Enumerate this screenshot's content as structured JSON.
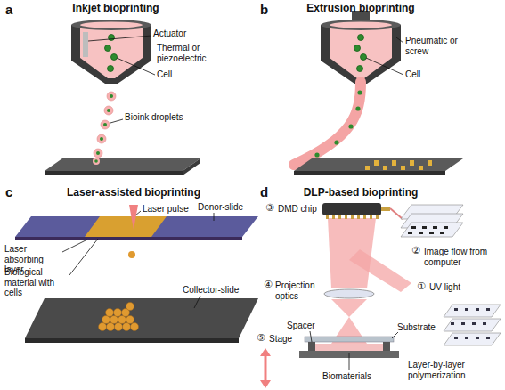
{
  "diagram": {
    "labels": [
      "a",
      "Inkjet bioprinting",
      "Actuator",
      "Thermal or piezoelectric",
      "Cell",
      "Bioink droplets",
      "b",
      "Extrusion bioprinting",
      "Pneumatic or screw",
      "Cell",
      "c",
      "Laser-assisted bioprinting",
      "Laser pulse",
      "Donor-slide",
      "Laser absorbing layer",
      "Biological material with cells",
      "Collector-slide",
      "d",
      "DLP-based bioprinting",
      "③",
      "DMD chip",
      "②",
      "Image flow from computer",
      "UV light",
      "①",
      "④",
      "Projection optics",
      "⑤",
      "Stage",
      "Spacer",
      "Substrate",
      "Biomaterials",
      "Layer-by-layer polymerization"
    ]
  }
}
